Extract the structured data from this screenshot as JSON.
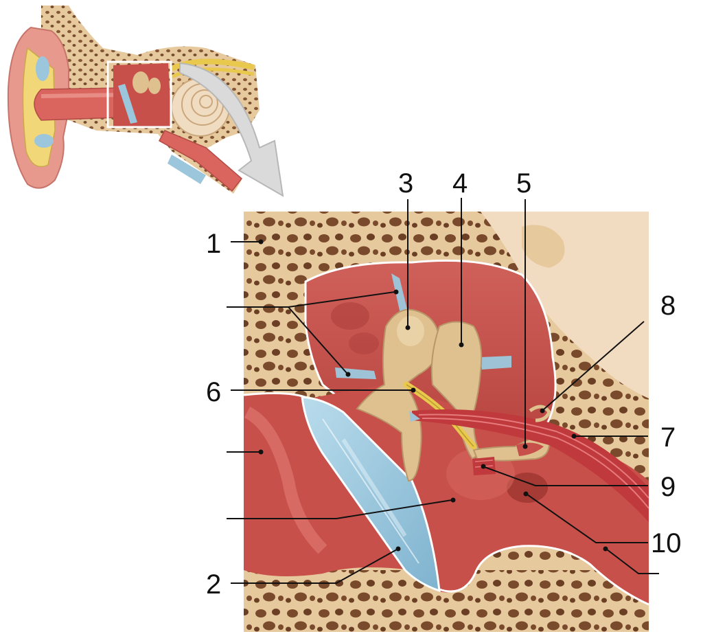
{
  "labels": {
    "n1": "1",
    "n2": "2",
    "n3": "3",
    "n4": "4",
    "n5": "5",
    "n6": "6",
    "n7": "7",
    "n8": "8",
    "n9": "9",
    "n10": "10"
  },
  "colors": {
    "bone": "#e7c99e",
    "bone_pore": "#7a4a2c",
    "cavity": "#c8504a",
    "cavity_dark": "#a83a36",
    "tympanic_membrane": "#9cc6dc",
    "ossicle": "#dfc08f",
    "muscle": "#c0393c",
    "nerve": "#e9c84e",
    "ligament": "#9fc3d6",
    "fat": "#f1d777",
    "skin": "#e8998e",
    "inset_frame": "#ffffff",
    "arrow": "#d9d9d9"
  }
}
